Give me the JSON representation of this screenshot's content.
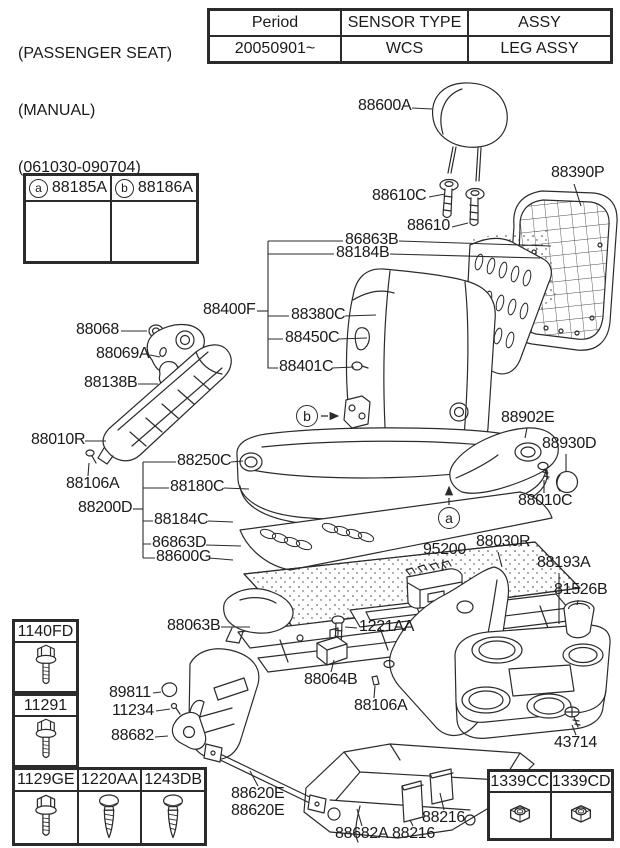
{
  "page": {
    "title_lines": [
      "(PASSENGER SEAT)",
      "(MANUAL)",
      "(061030-090704)"
    ]
  },
  "info_table": {
    "headers": [
      "Period",
      "SENSOR TYPE",
      "ASSY"
    ],
    "values": [
      "20050901~",
      "WCS",
      "LEG ASSY"
    ]
  },
  "bracket_inset": {
    "cells": [
      {
        "letter": "a",
        "code": "88185A"
      },
      {
        "letter": "b",
        "code": "88186A"
      }
    ]
  },
  "callouts": {
    "a": "a",
    "b": "b"
  },
  "part_labels": [
    {
      "code": "88600A"
    },
    {
      "code": "88610C"
    },
    {
      "code": "88610"
    },
    {
      "code": "88390P"
    },
    {
      "code": "86863B"
    },
    {
      "code": "88184B"
    },
    {
      "code": "88400F"
    },
    {
      "code": "88380C"
    },
    {
      "code": "88450C"
    },
    {
      "code": "88401C"
    },
    {
      "code": "88068"
    },
    {
      "code": "88069A"
    },
    {
      "code": "88138B"
    },
    {
      "code": "88010R"
    },
    {
      "code": "88106A"
    },
    {
      "code": "88250C"
    },
    {
      "code": "88180C"
    },
    {
      "code": "88200D"
    },
    {
      "code": "88184C"
    },
    {
      "code": "86863D"
    },
    {
      "code": "88600G"
    },
    {
      "code": "88902E"
    },
    {
      "code": "88930D"
    },
    {
      "code": "88010C"
    },
    {
      "code": "95200"
    },
    {
      "code": "88030R"
    },
    {
      "code": "88193A"
    },
    {
      "code": "81526B"
    },
    {
      "code": "88063B"
    },
    {
      "code": "1221AA"
    },
    {
      "code": "88064B"
    },
    {
      "code": "88106A"
    },
    {
      "code": "89811"
    },
    {
      "code": "11234"
    },
    {
      "code": "88682"
    },
    {
      "code": "43714"
    },
    {
      "code": "88620E"
    },
    {
      "code": "88620E"
    },
    {
      "code": "88682A"
    },
    {
      "code": "88216"
    },
    {
      "code": "88216"
    }
  ],
  "fasteners": {
    "left_stack": [
      {
        "code": "1140FD",
        "type": "flange-bolt"
      },
      {
        "code": "11291",
        "type": "flange-bolt"
      }
    ],
    "bottom_row": [
      {
        "code": "1129GE",
        "type": "flange-bolt"
      },
      {
        "code": "1220AA",
        "type": "tapping-screw"
      },
      {
        "code": "1243DB",
        "type": "tapping-screw"
      }
    ],
    "nut_row": [
      {
        "code": "1339CC",
        "type": "hex-nut"
      },
      {
        "code": "1339CD",
        "type": "hex-nut"
      }
    ]
  }
}
